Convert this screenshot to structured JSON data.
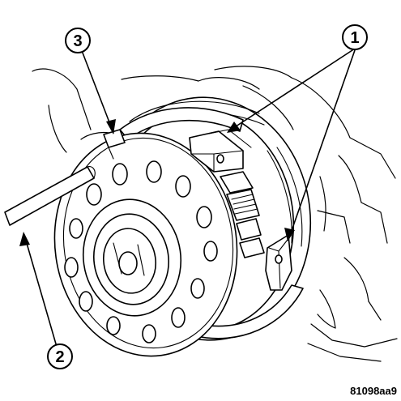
{
  "callouts": [
    {
      "id": "1",
      "label": "1"
    },
    {
      "id": "2",
      "label": "2"
    },
    {
      "id": "3",
      "label": "3"
    }
  ],
  "figure_code": "81098aa9",
  "colors": {
    "ink": "#000000",
    "paper": "#ffffff"
  }
}
